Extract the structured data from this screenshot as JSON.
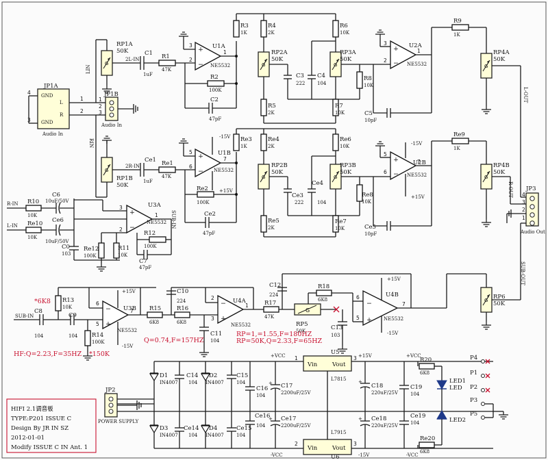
{
  "title_block": {
    "line1": "HIFI 2.1调音板",
    "line2": "TYPE:P201  ISSUE C",
    "line3": "Design By JR IN SZ",
    "line4": "2012-01-01",
    "line5": "Modify ISSUE C IN Ant. 1"
  },
  "annotations": {
    "hf": "HF:Q=2.23,F=35HZ",
    "star_6k8": "*6K8",
    "star_150k": "*150K",
    "q_074": "Q=0.74,F=157HZ",
    "rp1": "RP=1,=1.55,F=180HZ",
    "rp50": "RP=50K,Q=2.33,F=65HZ"
  },
  "connectors": {
    "jp1a": {
      "name": "JP1A",
      "p1": "GND",
      "p2": "L",
      "p3": "R",
      "p4": "GND",
      "label": "Audio In"
    },
    "jp1b": {
      "name": "JP1B",
      "label": "Audio In"
    },
    "jp2": {
      "name": "JP2",
      "label": "POWER SUPPLY"
    },
    "jp3": {
      "name": "JP3",
      "label": "Audio Out"
    }
  },
  "nets": {
    "lin": "LIN",
    "rin": "RIN",
    "l_in": "L-IN",
    "r_in": "R-IN",
    "two_l_in": "2L-IN",
    "two_r_in": "2R-IN",
    "sub_in": "SUB-IN",
    "sub_in2": "SUB-IN",
    "l_out": "L-OUT",
    "r_out": "R-OUT",
    "sub_out": "SUB-OUT"
  },
  "opamps": {
    "u1a": {
      "ref": "U1A",
      "part": "NE5532"
    },
    "u1b": {
      "ref": "U1B",
      "part": "NE5532"
    },
    "u2a": {
      "ref": "U2A",
      "part": "NE5532"
    },
    "u2b": {
      "ref": "U2B",
      "part": "NE5532"
    },
    "u3a": {
      "ref": "U3A",
      "part": "NE5532"
    },
    "u3b": {
      "ref": "U3B",
      "part": "NE5532"
    },
    "u4a": {
      "ref": "U4A",
      "part": "NE5532"
    },
    "u4b": {
      "ref": "U4B",
      "part": "NE5532"
    }
  },
  "pots": {
    "rp1a": {
      "ref": "RP1A",
      "val": "50K"
    },
    "rp1b": {
      "ref": "RP1B",
      "val": "50K"
    },
    "rp2a": {
      "ref": "RP2A",
      "val": "50K"
    },
    "rp2b": {
      "ref": "RP2B",
      "val": "50K"
    },
    "rp3a": {
      "ref": "RP3A",
      "val": "50K"
    },
    "rp3b": {
      "ref": "RP3B",
      "val": "50K"
    },
    "rp4a": {
      "ref": "RP4A",
      "val": "50K"
    },
    "rp4b": {
      "ref": "RP4B",
      "val": "50K"
    },
    "rp5": {
      "ref": "RP5",
      "val": "50K"
    },
    "rp6": {
      "ref": "RP6",
      "val": "50K"
    }
  },
  "resistors": {
    "r1": {
      "ref": "R1",
      "val": "47K"
    },
    "r2": {
      "ref": "R2",
      "val": "100K"
    },
    "r3": {
      "ref": "R3",
      "val": "1K"
    },
    "r4": {
      "ref": "R4",
      "val": "2K"
    },
    "r5": {
      "ref": "R5",
      "val": "2K"
    },
    "r6": {
      "ref": "R6",
      "val": "10K"
    },
    "r7": {
      "ref": "R7",
      "val": "10K"
    },
    "r8": {
      "ref": "R8",
      "val": "10K"
    },
    "r9": {
      "ref": "R9",
      "val": "1K"
    },
    "re1": {
      "ref": "Re1",
      "val": "47K"
    },
    "re2": {
      "ref": "Re2",
      "val": "100K"
    },
    "re3": {
      "ref": "Re3",
      "val": "1K"
    },
    "re4": {
      "ref": "Re4",
      "val": "2K"
    },
    "re5": {
      "ref": "Re5",
      "val": "2K"
    },
    "re6": {
      "ref": "Re6",
      "val": "10K"
    },
    "re7": {
      "ref": "Re7",
      "val": "10K"
    },
    "re8": {
      "ref": "Re8",
      "val": "10K"
    },
    "re9": {
      "ref": "Re9",
      "val": "1K"
    },
    "r10": {
      "ref": "R10",
      "val": "10K"
    },
    "re10": {
      "ref": "Re10",
      "val": "10K"
    },
    "r11": {
      "ref": "R11",
      "val": "10K"
    },
    "r12": {
      "ref": "R12",
      "val": "100K"
    },
    "re12": {
      "ref": "Re12",
      "val": "100K"
    },
    "r13": {
      "ref": "R13",
      "val": "10K"
    },
    "r14": {
      "ref": "R14",
      "val": "100K"
    },
    "r15": {
      "ref": "R15",
      "val": "6K8"
    },
    "r16": {
      "ref": "R16",
      "val": "6K8"
    },
    "r17": {
      "ref": "R17",
      "val": "47K"
    },
    "r18": {
      "ref": "R18",
      "val": "6K8"
    },
    "r20": {
      "ref": "R20",
      "val": "6K8"
    },
    "re20": {
      "ref": "Re20",
      "val": "6K8"
    }
  },
  "capacitors": {
    "c1": {
      "ref": "C1",
      "val": "1uF"
    },
    "ce1": {
      "ref": "Ce1",
      "val": "1uF"
    },
    "c2": {
      "ref": "C2",
      "val": "47pF"
    },
    "ce2": {
      "ref": "Ce2",
      "val": "47pF"
    },
    "c3": {
      "ref": "C3",
      "val": "222"
    },
    "ce3": {
      "ref": "Ce3",
      "val": "222"
    },
    "c4": {
      "ref": "C4",
      "val": "104"
    },
    "ce4": {
      "ref": "Ce4",
      "val": "104"
    },
    "c5": {
      "ref": "C5",
      "val": "10pF"
    },
    "ce5": {
      "ref": "Ce5",
      "val": "10pF"
    },
    "c6": {
      "ref": "C6",
      "val": "10uF/50V"
    },
    "ce6": {
      "ref": "Ce6",
      "val": "10uF/50V"
    },
    "c0": {
      "ref": "C0",
      "val": "103"
    },
    "c7": {
      "ref": "C7",
      "val": "47pF"
    },
    "c8": {
      "ref": "C8",
      "val": "104"
    },
    "c9": {
      "ref": "C9",
      "val": "104"
    },
    "c10": {
      "ref": "C10",
      "val": "224"
    },
    "c11": {
      "ref": "C11",
      "val": "104"
    },
    "c12": {
      "ref": "C12",
      "val": "224"
    },
    "c13": {
      "ref": "C13",
      "val": "103"
    },
    "c14": {
      "ref": "C14",
      "val": "104"
    },
    "ce14": {
      "ref": "Ce14",
      "val": "104"
    },
    "c15": {
      "ref": "C15",
      "val": "104"
    },
    "ce15": {
      "ref": "Ce15",
      "val": "104"
    },
    "c16": {
      "ref": "C16",
      "val": "104"
    },
    "ce16": {
      "ref": "Ce16",
      "val": "104"
    },
    "c17": {
      "ref": "C17",
      "val": "2200uF/25V"
    },
    "ce17": {
      "ref": "Ce17",
      "val": "2200uF/25V"
    },
    "c18": {
      "ref": "C18",
      "val": "220uF/25V"
    },
    "ce18": {
      "ref": "Ce18",
      "val": "220uF/25V"
    },
    "c19": {
      "ref": "C19",
      "val": "104"
    },
    "ce19": {
      "ref": "Ce19",
      "val": "104"
    }
  },
  "diodes": {
    "d1": {
      "ref": "D1",
      "val": "IN4007"
    },
    "d2": {
      "ref": "D2",
      "val": "IN4007"
    },
    "d3": {
      "ref": "D3",
      "val": "IN4007"
    },
    "d4": {
      "ref": "D4",
      "val": "IN4007"
    }
  },
  "regulators": {
    "u5": {
      "ref": "U5",
      "vin": "Vin",
      "vout": "Vout",
      "part": "L7815"
    },
    "u6": {
      "ref": "U6",
      "vin": "Vin",
      "vout": "Vout",
      "part": "L7915"
    }
  },
  "leds": {
    "led1": "LED1",
    "led2": "LED2",
    "led": "LED"
  },
  "test_points": {
    "p1": "P1",
    "p2": "P2",
    "p3": "P3",
    "p4": "P4",
    "p5": "P5"
  },
  "rails": {
    "vcc": "+VCC",
    "nvcc": "-VCC",
    "p15": "+15V",
    "n15": "-15V"
  }
}
